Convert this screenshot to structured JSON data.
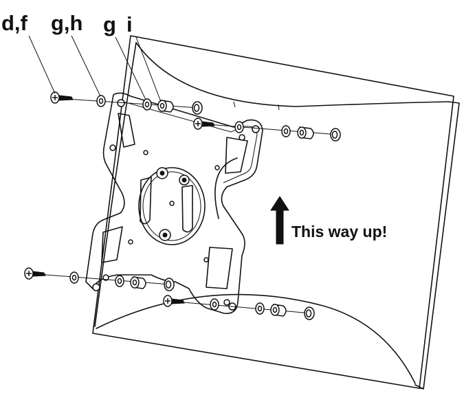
{
  "labels": {
    "df": "d,f",
    "gh": "g,h",
    "g": "g",
    "i": "i"
  },
  "direction": {
    "text": "This way up!"
  },
  "icons": {
    "arrow": "up-arrow-icon",
    "screw": "screw-icon",
    "washer": "washer-icon",
    "spacer": "spacer-icon"
  },
  "colors": {
    "line": "#111111",
    "background": "#ffffff"
  }
}
